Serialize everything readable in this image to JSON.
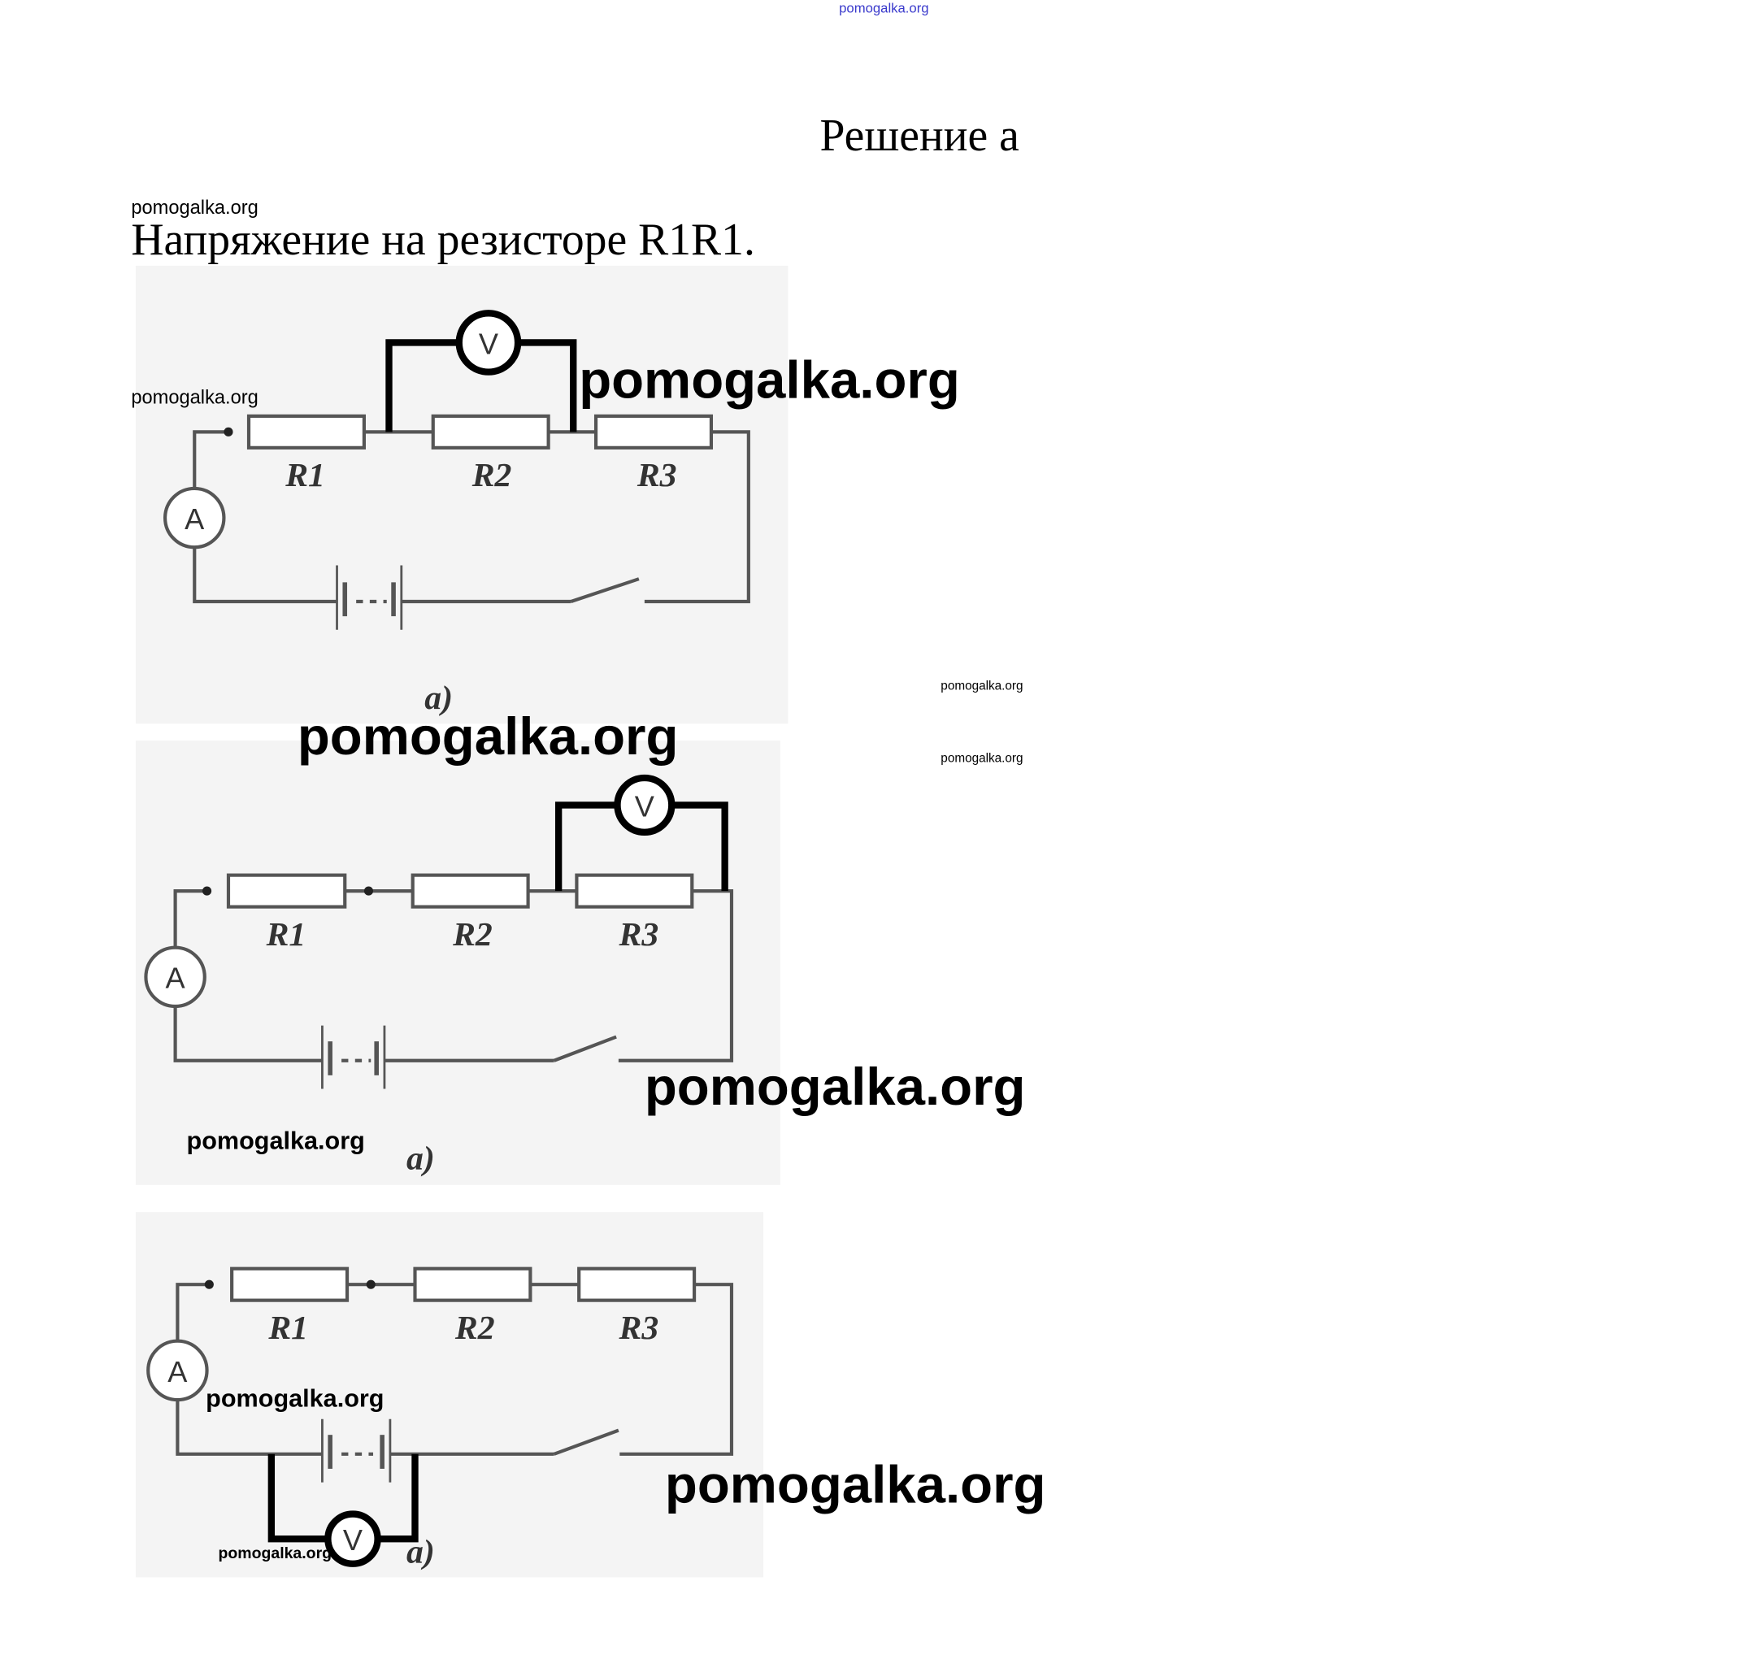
{
  "header_watermark": "pomogalka.org",
  "title": "Решение а",
  "subtitle": "Напряжение на резисторе R1R1.",
  "watermark": "pomogalka.org",
  "figures": [
    {
      "r1": "R1",
      "r2": "R2",
      "r3": "R3",
      "ammeter": "A",
      "voltmeter": "V",
      "caption": "a)",
      "voltmeter_across": "R2"
    },
    {
      "r1": "R1",
      "r2": "R2",
      "r3": "R3",
      "ammeter": "A",
      "voltmeter": "V",
      "caption": "a)",
      "voltmeter_across": "R3"
    },
    {
      "r1": "R1",
      "r2": "R2",
      "r3": "R3",
      "ammeter": "A",
      "voltmeter": "V",
      "caption": "a)",
      "voltmeter_across": "battery"
    }
  ],
  "colors": {
    "header_watermark": "#3a3acc",
    "text": "#000000",
    "wire": "#444444"
  }
}
